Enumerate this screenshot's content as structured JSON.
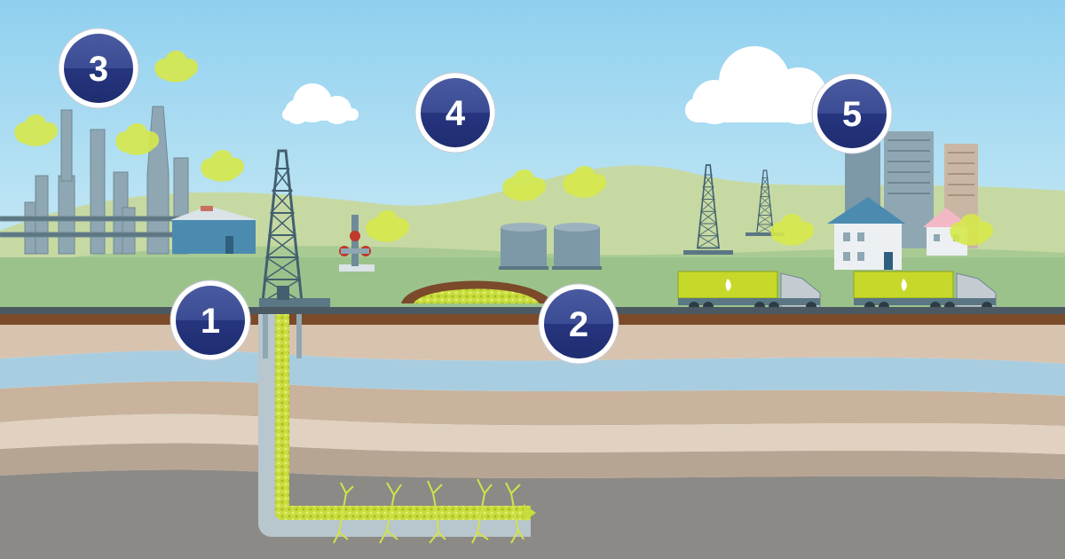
{
  "colors": {
    "sky_top": "#8fd0ef",
    "sky_bottom": "#cdebf5",
    "ground": "#9fc490",
    "soil": "#7a4a2a",
    "water": "#a9cde0",
    "rock_gray": "#8c8a86",
    "gas_green": "#c8dc3c",
    "badge_blue": "#26357e",
    "structure_gray": "#7d98a6",
    "house_blue": "#4c8bb0",
    "truck_green": "#c6d92a"
  },
  "steps": [
    {
      "number": "1",
      "feature": "drilling-rig-and-well"
    },
    {
      "number": "2",
      "feature": "waste-pit"
    },
    {
      "number": "3",
      "feature": "processing-plant"
    },
    {
      "number": "4",
      "feature": "storage-tanks"
    },
    {
      "number": "5",
      "feature": "trucks-and-homes"
    }
  ],
  "icons": {
    "flame": "flame-icon",
    "rig": "derrick-icon",
    "wellhead": "valve-icon"
  }
}
